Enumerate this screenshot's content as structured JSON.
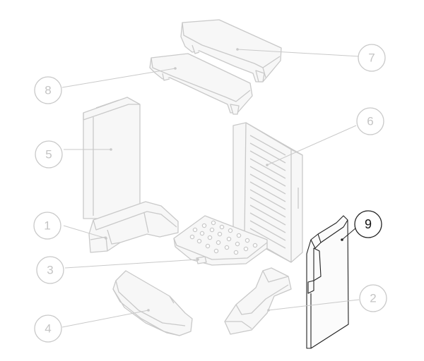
{
  "callouts": [
    {
      "id": "c1",
      "label": "1",
      "highlight": false
    },
    {
      "id": "c2",
      "label": "2",
      "highlight": false
    },
    {
      "id": "c3",
      "label": "3",
      "highlight": false
    },
    {
      "id": "c4",
      "label": "4",
      "highlight": false
    },
    {
      "id": "c5",
      "label": "5",
      "highlight": false
    },
    {
      "id": "c6",
      "label": "6",
      "highlight": false
    },
    {
      "id": "c7",
      "label": "7",
      "highlight": false
    },
    {
      "id": "c8",
      "label": "8",
      "highlight": false
    },
    {
      "id": "c9",
      "label": "9",
      "highlight": true
    }
  ],
  "colors": {
    "faded_stroke": "#c9c9c9",
    "faded_text": "#c4c4c4",
    "part_fill": "#f7f7f7",
    "highlight_stroke": "#222222",
    "highlight_fill": "#fbfbfb"
  }
}
